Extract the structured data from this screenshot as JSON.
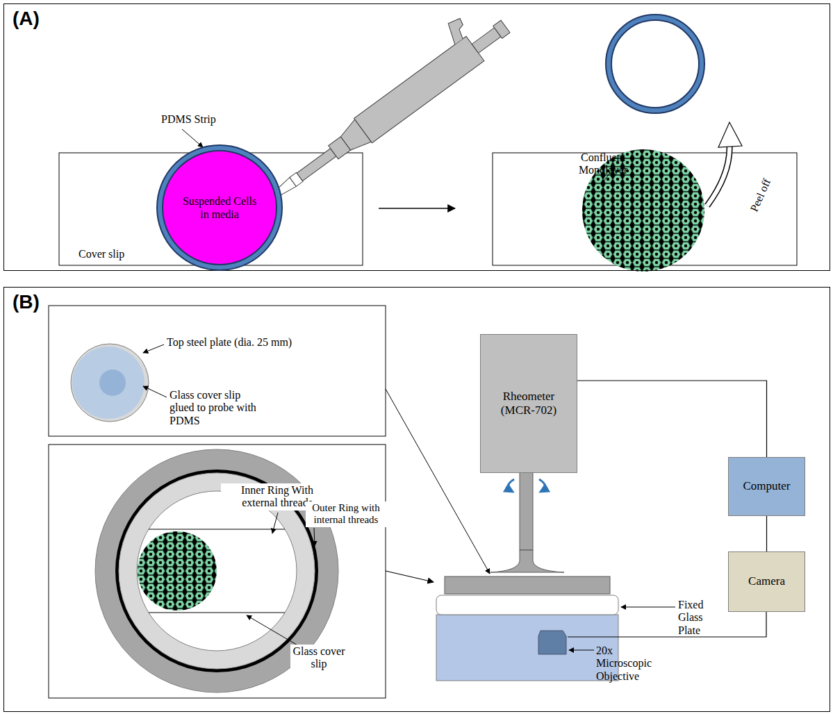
{
  "diagram": {
    "nodes": [
      {
        "text": [
          "(A)"
        ]
      },
      {
        "text": [
          "Suspended Cells in media"
        ],
        "in": 0
      },
      {
        "text": [
          "(B)"
        ]
      },
      {
        "text": [
          "Rheometer (MCR-702)"
        ],
        "in": 2
      },
      {
        "text": [
          "Computer"
        ],
        "in": 2
      },
      {
        "text": [
          "Camera"
        ],
        "in": 2
      }
    ],
    "edges": [
      {
        "from": 3,
        "to": 4,
        "arrow": "none"
      },
      {
        "from": 4,
        "to": 5,
        "arrow": "none"
      }
    ],
    "labels": [
      "PDMS Strip",
      "Cover slip",
      "Confluent Monolayer",
      "Peel off",
      "Top steel plate (dia. 25 mm)",
      "Glass cover slip glued to probe with PDMS",
      "Inner Ring With external threads",
      "Outer Ring with internal threads",
      "Glass cover slip",
      "Fixed Glass Plate",
      "20x Microscopic Objective"
    ]
  }
}
